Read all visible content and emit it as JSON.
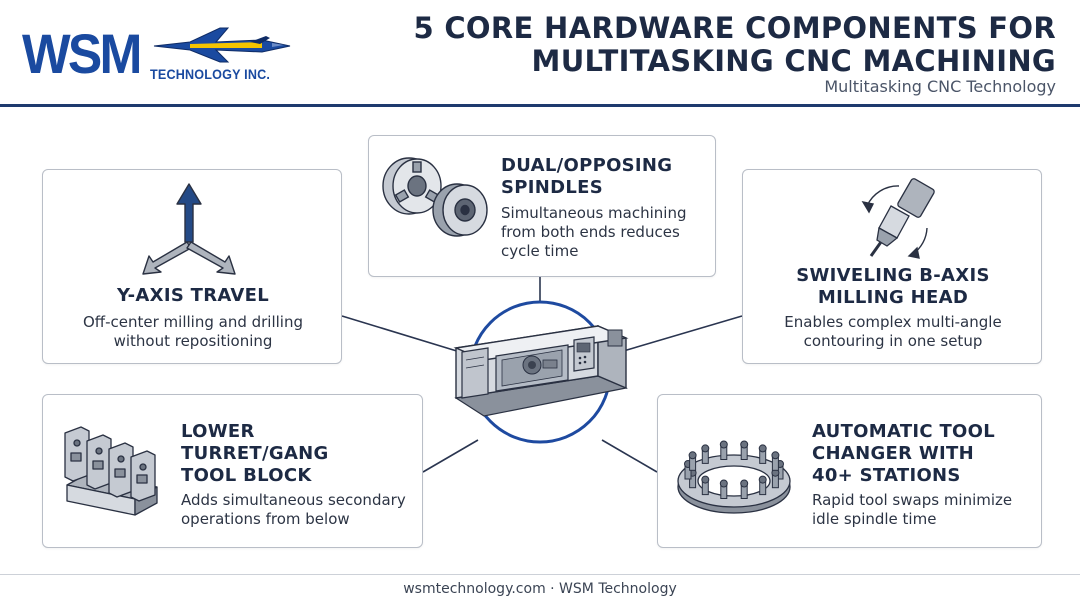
{
  "header": {
    "logo": {
      "mark": "WSM",
      "sub": "TECHNOLOGY INC."
    },
    "title_line1": "5 CORE HARDWARE COMPONENTS FOR",
    "title_line2": "MULTITASKING CNC MACHINING",
    "subtitle": "Multitasking CNC Technology"
  },
  "colors": {
    "navy": "#1d2a44",
    "accent_blue": "#1e3a6e",
    "logo_blue": "#1a4aa0",
    "logo_yellow": "#f5c400",
    "card_border": "#b9bec7"
  },
  "components": {
    "y_axis": {
      "title": "Y-AXIS TRAVEL",
      "desc_line1": "Off-center milling and drilling",
      "desc_line2": "without repositioning",
      "icon": "xyz-axes-icon"
    },
    "spindles": {
      "title_line1": "DUAL/OPPOSING",
      "title_line2": "SPINDLES",
      "desc_line1": "Simultaneous machining",
      "desc_line2": "from both ends reduces",
      "desc_line3": "cycle time",
      "icon": "spindle-chucks-icon"
    },
    "b_axis": {
      "title_line1": "SWIVELING B-AXIS",
      "title_line2": "MILLING HEAD",
      "desc_line1": "Enables complex multi-angle",
      "desc_line2": "contouring in one setup",
      "icon": "swivel-head-icon"
    },
    "turret": {
      "title_line1": "LOWER",
      "title_line2": "TURRET/GANG",
      "title_line3": "TOOL BLOCK",
      "desc_line1": "Adds simultaneous secondary",
      "desc_line2": "operations from below",
      "icon": "gang-tool-block-icon"
    },
    "atc": {
      "title_line1": "AUTOMATIC TOOL",
      "title_line2": "CHANGER WITH",
      "title_line3": "40+ STATIONS",
      "desc_line1": "Rapid tool swaps minimize",
      "desc_line2": "idle spindle time",
      "icon": "tool-carousel-icon"
    }
  },
  "center": {
    "icon": "cnc-lathe-icon"
  },
  "footer": {
    "text": "wsmtechnology.com · WSM Technology"
  }
}
